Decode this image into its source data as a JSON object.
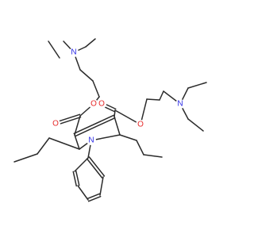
{
  "atom_labels": {
    "n_amine_left": "N",
    "n_amine_right": "N",
    "n_pyrrole": "N",
    "o_ester_left": "O",
    "o_carbonyl_left": "O",
    "o_ester_right": "O",
    "o_carbonyl_right": "O"
  },
  "colors": {
    "bond": "#2b2b2b",
    "nitrogen": "#2a2ae6",
    "oxygen": "#e62a2a"
  }
}
